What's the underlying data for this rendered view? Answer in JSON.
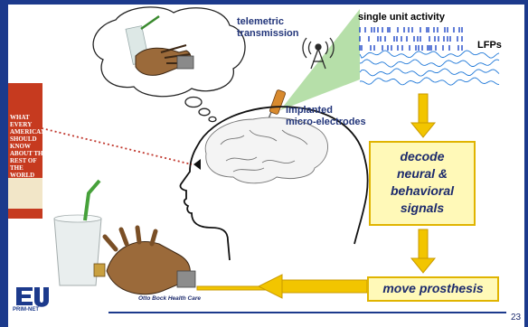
{
  "labels": {
    "telemetric": [
      "telemetric",
      "transmission"
    ],
    "single_unit": "single unit activity",
    "lfps": "LFPs",
    "implanted": [
      "implanted",
      "micro-electrodes"
    ],
    "credit": "Otto Bock Health Care",
    "page_number": "23"
  },
  "boxes": {
    "decode": [
      "decode",
      "neural &",
      "behavioral",
      "signals"
    ],
    "move": "move prosthesis"
  },
  "book": {
    "title": "WHAT EVERY AMERICAN SHOULD KNOW ABOUT THE REST OF THE WORLD"
  },
  "logo": {
    "text": "PRIM-NET"
  },
  "colors": {
    "accent_blue": "#1c3a8c",
    "arrow_yellow": "#f2c500",
    "box_fill": "#fff9b8",
    "box_border": "#e0b400",
    "beam_green": "#a9d99a",
    "dotted_red": "#c0362c"
  }
}
